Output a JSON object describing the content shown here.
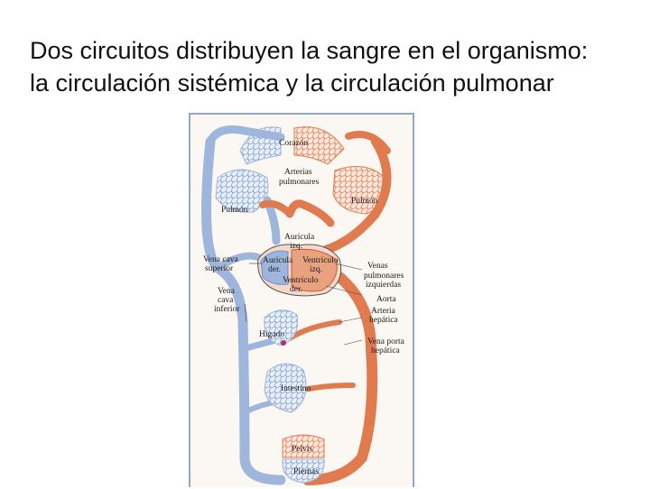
{
  "title": {
    "line1": "Dos circuitos distribuyen la sangre en el organismo:",
    "line2": "la circulación sistémica y la circulación pulmonar"
  },
  "diagram": {
    "labels": {
      "corazon": "Corazón",
      "arterias_pulmonares_1": "Arterias",
      "arterias_pulmonares_2": "pulmonares",
      "pulmon_izq": "Pulmón",
      "pulmon_der": "Pulmón",
      "auricula_izq_1": "Aurícula",
      "auricula_izq_2": "izq.",
      "auricula_der_1": "Aurícula",
      "auricula_der_2": "der.",
      "ventriculo_izq_1": "Ventrículo",
      "ventriculo_izq_2": "izq.",
      "ventriculo_der_1": "Ventrículo",
      "ventriculo_der_2": "der.",
      "vena_cava_sup_1": "Vena cava",
      "vena_cava_sup_2": "superior",
      "vena_cava_inf_1": "Vena",
      "vena_cava_inf_2": "cava",
      "vena_cava_inf_3": "inferior",
      "venas_pulmonares_1": "Venas",
      "venas_pulmonares_2": "pulmonares",
      "venas_pulmonares_3": "izquierdas",
      "aorta": "Aorta",
      "arteria_hepatica_1": "Arteria",
      "arteria_hepatica_2": "hepática",
      "vena_porta_1": "Vena porta",
      "vena_porta_2": "hepática",
      "higado": "Hígado",
      "intestino": "Intestino",
      "pelvis": "Pelvis",
      "piernas": "Piernas"
    },
    "colors": {
      "venous": "#9fb6dc",
      "venous_dark": "#6f8fc4",
      "arterial": "#e07a4f",
      "arterial_dark": "#c9572c",
      "frame": "#8ea9c6"
    }
  }
}
